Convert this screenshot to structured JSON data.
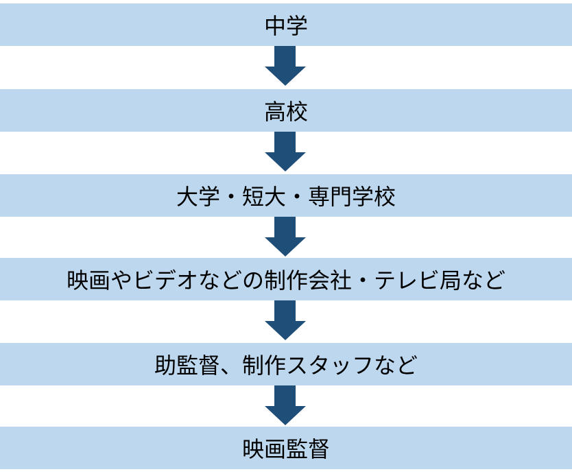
{
  "steps": [
    {
      "label": "中学"
    },
    {
      "label": "高校"
    },
    {
      "label": "大学・短大・専門学校"
    },
    {
      "label": "映画やビデオなどの制作会社・テレビ局など"
    },
    {
      "label": "助監督、制作スタッフなど"
    },
    {
      "label": "映画監督"
    }
  ],
  "colors": {
    "box": "#BDD7EE",
    "arrow": "#1F4E79"
  }
}
